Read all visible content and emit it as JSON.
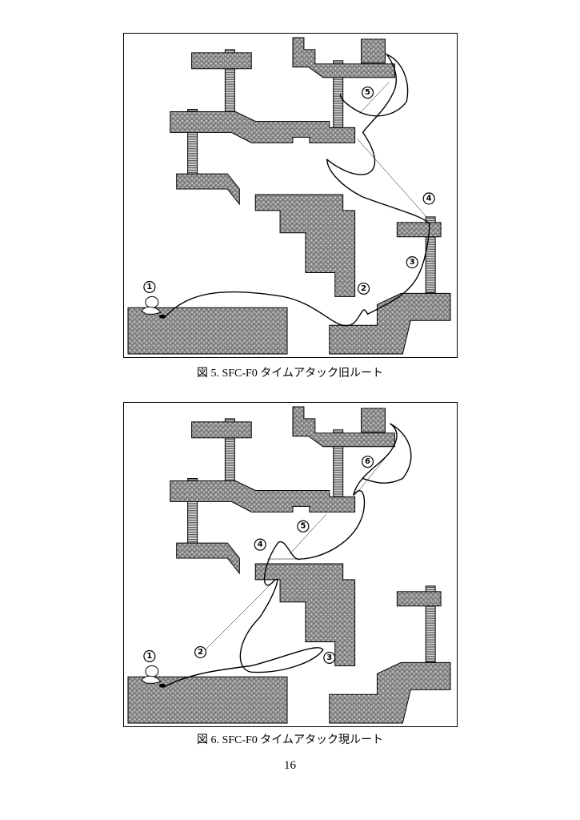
{
  "figures": [
    {
      "caption": "図 5. SFC-F0 タイムアタック旧ルート",
      "markers": [
        "1",
        "2",
        "3",
        "4",
        "5"
      ]
    },
    {
      "caption": "図 6. SFC-F0 タイムアタック現ルート",
      "markers": [
        "1",
        "2",
        "3",
        "4",
        "5",
        "6"
      ]
    }
  ],
  "page_number": "16"
}
